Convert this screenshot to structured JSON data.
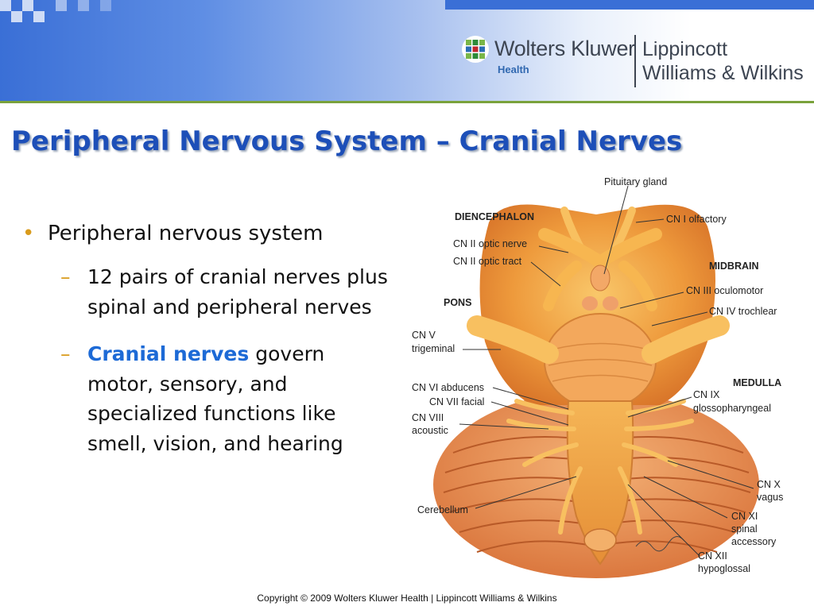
{
  "logo": {
    "company": "Wolters Kluwer",
    "division": "Health",
    "publisher_line1": "Lippincott",
    "publisher_line2": "Williams & Wilkins",
    "brand_colors": [
      "#2e8b3a",
      "#c1272d",
      "#2a6db5",
      "#7ab648"
    ]
  },
  "slide": {
    "title": "Peripheral Nervous System – Cranial Nerves",
    "bullet1": "Peripheral nervous system",
    "sub1": "12 pairs of cranial nerves plus spinal and peripheral nerves",
    "sub2_highlight": "Cranial nerves",
    "sub2_rest": " govern motor, sensory, and specialized functions like smell, vision, and hearing"
  },
  "figure": {
    "regions": {
      "diencephalon": "DIENCEPHALON",
      "midbrain": "MIDBRAIN",
      "pons": "PONS",
      "medulla": "MEDULLA"
    },
    "labels": {
      "pituitary": "Pituitary gland",
      "cn1": "CN I olfactory",
      "cn2_nerve": "CN II optic nerve",
      "cn2_tract": "CN II optic tract",
      "cn3": "CN III oculomotor",
      "cn4": "CN IV trochlear",
      "cn5_a": "CN V",
      "cn5_b": "trigeminal",
      "cn6": "CN VI abducens",
      "cn7": "CN VII facial",
      "cn8_a": "CN VIII",
      "cn8_b": "acoustic",
      "cn9_a": "CN IX",
      "cn9_b": "glossopharyngeal",
      "cerebellum": "Cerebellum",
      "cn10_a": "CN X",
      "cn10_b": "vagus",
      "cn11_a": "CN XI",
      "cn11_b": "spinal",
      "cn11_c": "accessory",
      "cn12_a": "CN XII",
      "cn12_b": "hypoglossal"
    }
  },
  "footer": {
    "copyright": "Copyright © 2009 Wolters Kluwer Health | Lippincott Williams & Wilkins"
  }
}
